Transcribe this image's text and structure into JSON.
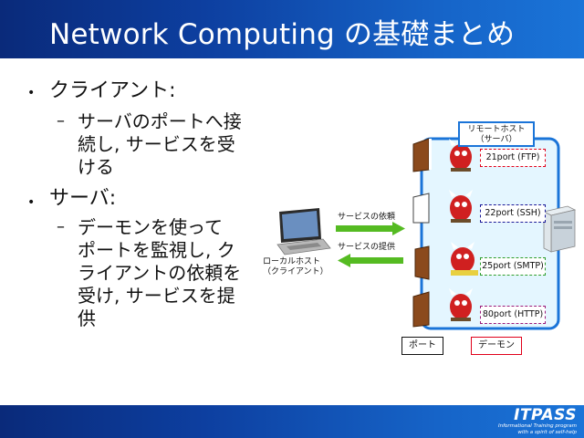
{
  "slide": {
    "title": "Network Computing の基礎まとめ",
    "bullets": [
      {
        "text": "クライアント:",
        "sub": [
          "サーバのポートへ接",
          "続し, サービスを受",
          "ける"
        ]
      },
      {
        "text": "サーバ:",
        "sub": [
          "デーモンを使って",
          "ポートを監視し, ク",
          "ライアントの依頼を",
          "受け, サービスを提",
          "供"
        ]
      }
    ]
  },
  "diagram": {
    "local_host": [
      "ローカルホスト",
      "（クライアント）"
    ],
    "remote_host": [
      "リモートホスト",
      "（サーバ）"
    ],
    "request_arrow_label": "サービスの依頼",
    "provide_arrow_label": "サービスの提供",
    "ports": [
      {
        "label": "21port (FTP)",
        "color": "#e0001a"
      },
      {
        "label": "22port (SSH)",
        "color": "#1a1a99"
      },
      {
        "label": "25port (SMTP)",
        "color": "#2e9e2e"
      },
      {
        "label": "80port (HTTP)",
        "color": "#9a1a7a"
      }
    ],
    "legend": {
      "port": "ポート",
      "daemon": "デーモン"
    }
  },
  "footer": {
    "logo": "ITPASS",
    "tagline_1": "Informational Training program",
    "tagline_2": "with a spirit of self-help"
  },
  "colors": {
    "title_gradient_dark": "#0a2a7a",
    "title_gradient_light": "#1a74d8",
    "server_box_border": "#1a74d8",
    "server_box_fill": "#e4f6ff",
    "arrow_green": "#55bb22"
  }
}
